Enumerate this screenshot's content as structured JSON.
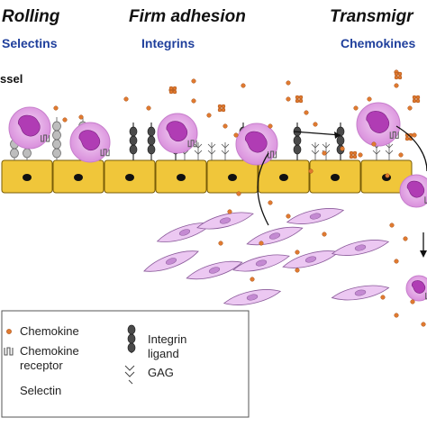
{
  "stages": [
    {
      "title": "Rolling",
      "molecule": "Selectins"
    },
    {
      "title": "Firm adhesion",
      "molecule": "Integrins"
    },
    {
      "title": "Transmigr",
      "molecule": "Chemokines"
    }
  ],
  "vessel_label": "ssel",
  "legend": {
    "chemokine": "Chemokine",
    "chemokine_receptor_line1": "Chemokine",
    "chemokine_receptor_line2": "receptor",
    "selectin": "Selectin",
    "integrin_ligand_line1": "Integrin",
    "integrin_ligand_line2": "ligand",
    "gag": "GAG"
  },
  "colors": {
    "heading_blue": "#1f3f9c",
    "endothelium": "#f0c63a",
    "leukocyte": "#e2a8e4",
    "nucleus": "#b03cb4",
    "chemokine": "#e07a30",
    "tissue_cell": "#ecc8f2"
  }
}
